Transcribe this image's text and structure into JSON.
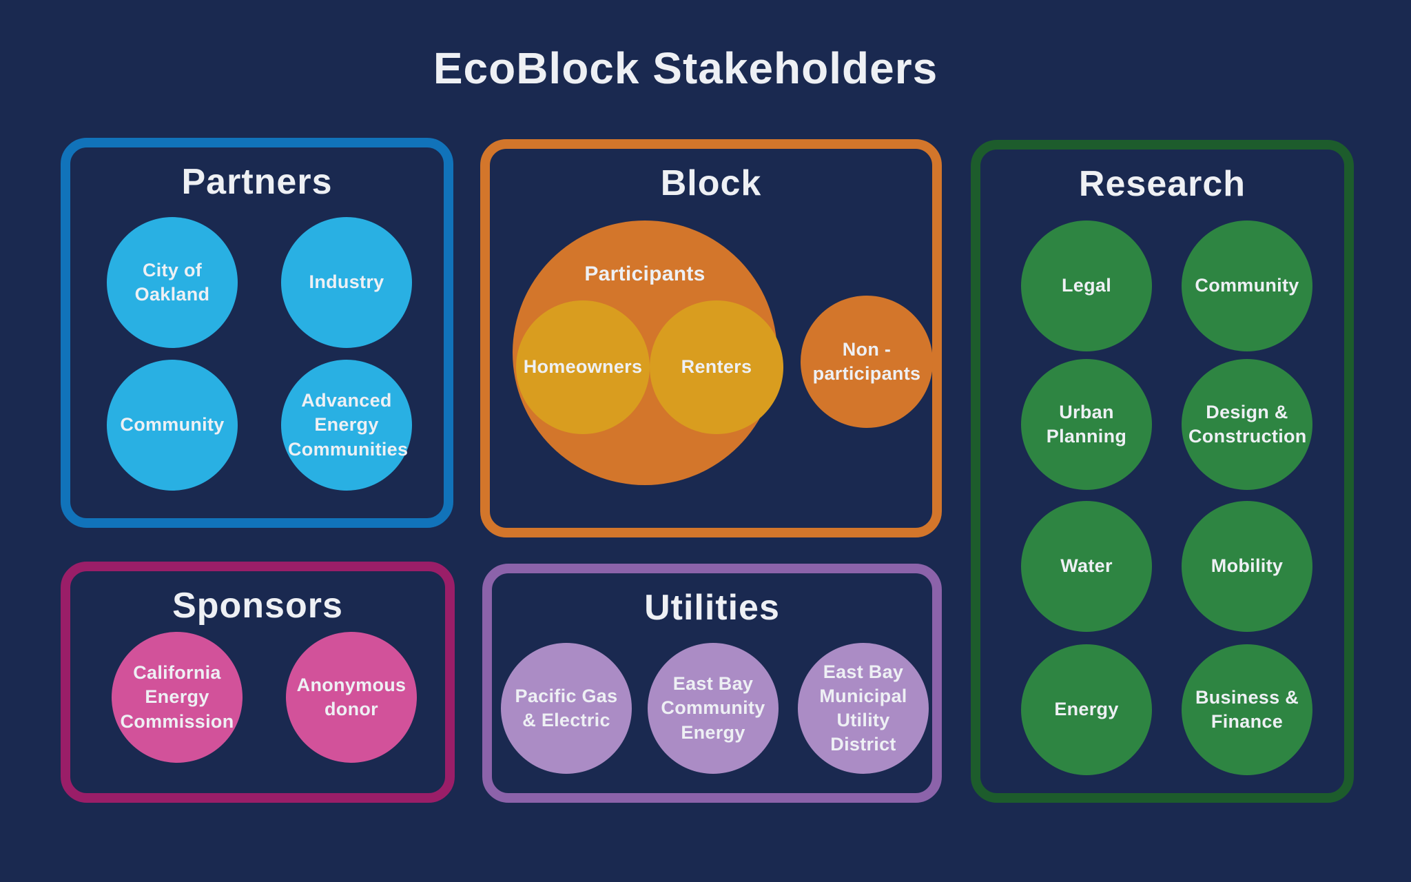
{
  "title": "EcoBlock Stakeholders",
  "background_color": "#1a2950",
  "text_color": "#eef0f4",
  "groups": {
    "partners": {
      "label": "Partners",
      "border_color": "#1173ba",
      "circle_color": "#29b0e3",
      "items": [
        "City of Oakland",
        "Industry",
        "Community",
        "Advanced Energy Communities"
      ]
    },
    "block": {
      "label": "Block",
      "border_color": "#d3762b",
      "outer_circle_color": "#d3762b",
      "inner_circle_color": "#d99d1f",
      "participants_label": "Participants",
      "homeowners_label": "Homeowners",
      "renters_label": "Renters",
      "non_participants_label": "Non - participants"
    },
    "research": {
      "label": "Research",
      "border_color": "#1d5c2c",
      "circle_color": "#2e8542",
      "items": [
        "Legal",
        "Community",
        "Urban Planning",
        "Design & Construction",
        "Water",
        "Mobility",
        "Energy",
        "Business & Finance"
      ]
    },
    "sponsors": {
      "label": "Sponsors",
      "border_color": "#9a1e68",
      "circle_color": "#d2529a",
      "items": [
        "California Energy Commission",
        "Anonymous donor"
      ]
    },
    "utilities": {
      "label": "Utilities",
      "border_color": "#8c63aa",
      "circle_color": "#ab8cc5",
      "items": [
        "Pacific Gas & Electric",
        "East Bay Community Energy",
        "East Bay Municipal Utility District"
      ]
    }
  }
}
